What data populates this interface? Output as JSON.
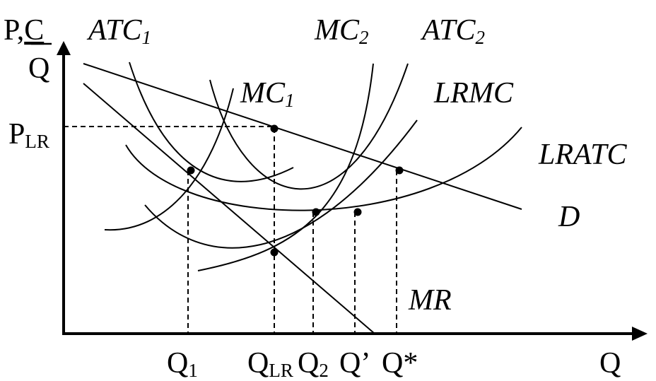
{
  "axes": {
    "y_label_top": "P,",
    "y_label_c": "C",
    "y_label_bottom": "Q",
    "x_label": "Q"
  },
  "curves": {
    "atc1": {
      "main": "ATC",
      "sub": "1"
    },
    "mc1": {
      "main": "MC",
      "sub": "1"
    },
    "mc2": {
      "main": "MC",
      "sub": "2"
    },
    "atc2": {
      "main": "ATC",
      "sub": "2"
    },
    "lrmc": "LRMC",
    "lratc": "LRATC",
    "demand": "D",
    "mr": "MR"
  },
  "price_label": {
    "main": "P",
    "sub": "LR"
  },
  "quantity_labels": {
    "q1": {
      "main": "Q",
      "sub": "1"
    },
    "qlr": {
      "main": "Q",
      "sub": "LR"
    },
    "q2": {
      "main": "Q",
      "sub": "2"
    },
    "qprime": "Q’",
    "qstar": "Q*"
  }
}
